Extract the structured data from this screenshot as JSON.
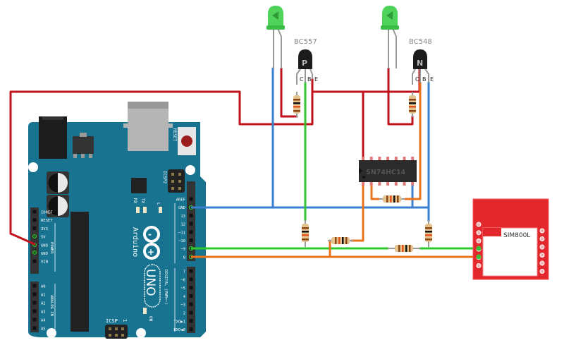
{
  "diagram": {
    "title": "Arduino UNO + SIM800L level shifting circuit",
    "components": {
      "arduino": {
        "brand": "Arduino",
        "model": "UNO",
        "reset_label": "RESET",
        "icsp2_label": "ICSP2",
        "icsp_label": "ICSP",
        "icsp_pin1": "1",
        "on_label": "ON",
        "rx_label": "RX",
        "tx_label": "TX",
        "l_label": "L",
        "power_group_label": "POWER",
        "analog_group_label": "ANALOG IN",
        "digital_group_label": "DIGITAL (PWM=~)",
        "power_pins": [
          "IOREF",
          "RESET",
          "3V3",
          "5V",
          "GND",
          "GND",
          "VIN"
        ],
        "analog_pins": [
          "A0",
          "A1",
          "A2",
          "A3",
          "A4",
          "A5"
        ],
        "digital_top_pins": [
          "AREF",
          "GND",
          "13",
          "12",
          "~11",
          "~10",
          "~9",
          "8"
        ],
        "digital_bottom_pins": [
          "7",
          "~6",
          "~5",
          "4",
          "~3",
          "2",
          "TXO▶1",
          "RXO◀0"
        ]
      },
      "transistor_p": {
        "label": "BC557",
        "type_letter": "P",
        "pins": [
          "C",
          "B",
          "E"
        ]
      },
      "transistor_n": {
        "label": "BC548",
        "type_letter": "N",
        "pins": [
          "C",
          "B",
          "E"
        ]
      },
      "ic": {
        "label": "SN74HC14"
      },
      "gsm_module": {
        "label": "SIM800L"
      },
      "leds": [
        {
          "color": "green"
        },
        {
          "color": "green"
        }
      ],
      "resistor_count": 7
    },
    "wire_colors": {
      "red": "#c1121b",
      "blue": "#3a7fd0",
      "green": "#2ec82e",
      "orange": "#e8731c"
    },
    "board_color": "#17738f",
    "module_color": "#e3282d"
  }
}
